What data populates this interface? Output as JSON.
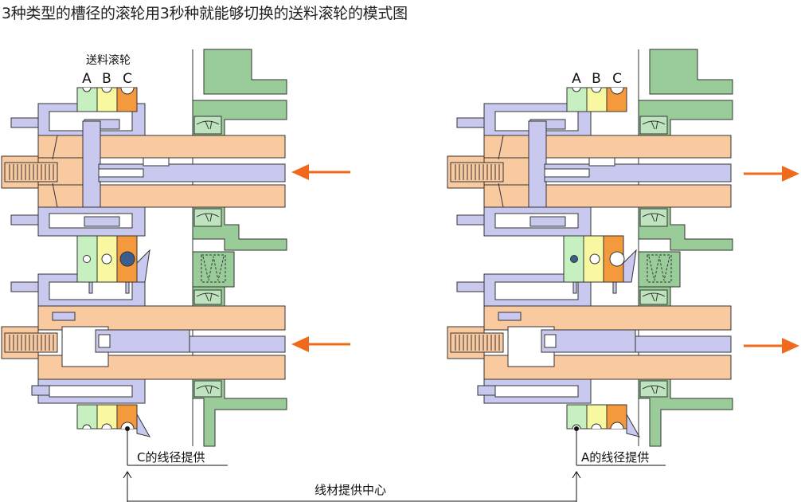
{
  "title": "3种类型的槽径的滚轮用3秒种就能够切换的送料滚轮的模式图",
  "left": {
    "roller_label": "送料滚轮",
    "roller_letters": [
      "A",
      "B",
      "C"
    ],
    "supply_label": "C的线径提供"
  },
  "right": {
    "roller_letters": [
      "A",
      "B",
      "C"
    ],
    "supply_label": "A的线径提供"
  },
  "center_label": "线材提供中心",
  "colors": {
    "frame_green": "#99cc99",
    "slider_orange": "#f9c9a0",
    "bracket_lavender": "#c9c9ef",
    "roller_a": "#c6f0c0",
    "roller_b": "#f8f8a0",
    "roller_c": "#f59a3c",
    "arrow": "#ef6a1c",
    "marker": "#3b5e8c"
  }
}
